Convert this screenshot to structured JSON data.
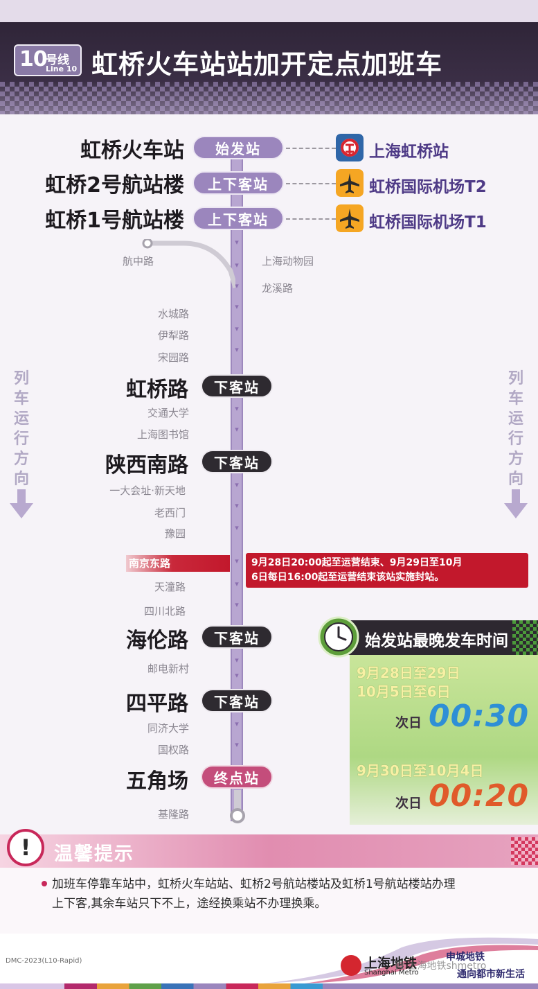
{
  "header": {
    "line_number": "10",
    "line_hao": "号线",
    "line_en": "Line 10",
    "title": "虹桥火车站站加开定点加班车"
  },
  "stations_major": [
    {
      "name": "虹桥火车站",
      "tag": "始发站",
      "tag_style": "purple"
    },
    {
      "name": "虹桥2号航站楼",
      "tag": "上下客站",
      "tag_style": "purple"
    },
    {
      "name": "虹桥1号航站楼",
      "tag": "上下客站",
      "tag_style": "purple"
    },
    {
      "name": "虹桥路",
      "tag": "下客站",
      "tag_style": "dark"
    },
    {
      "name": "陕西南路",
      "tag": "下客站",
      "tag_style": "dark"
    },
    {
      "name": "海伦路",
      "tag": "下客站",
      "tag_style": "dark"
    },
    {
      "name": "四平路",
      "tag": "下客站",
      "tag_style": "dark"
    },
    {
      "name": "五角场",
      "tag": "终点站",
      "tag_style": "pink"
    }
  ],
  "connections": [
    {
      "icon": "railway-station-icon",
      "name": "上海虹桥站"
    },
    {
      "icon": "airplane-icon",
      "name": "虹桥国际机场T2"
    },
    {
      "icon": "airplane-icon",
      "name": "虹桥国际机场T1"
    }
  ],
  "stations_minor": {
    "branch": "航中路",
    "right_side": [
      "上海动物园",
      "龙溪路"
    ],
    "left_side": [
      "水城路",
      "伊犁路",
      "宋园路",
      "交通大学",
      "上海图书馆",
      "一大会址·新天地",
      "老西门",
      "豫园",
      "天潼路",
      "四川北路",
      "邮电新村",
      "同济大学",
      "国权路",
      "基隆路"
    ]
  },
  "direction_label": [
    "列",
    "车",
    "运",
    "行",
    "方",
    "向"
  ],
  "closure": {
    "station": "南京东路",
    "notice_line1": "9月28日20:00起至运营结束、9月29日至10月",
    "notice_line2": "6日每日16:00起至运营结束该站实施封站。"
  },
  "last_train": {
    "title": "始发站最晚发车时间",
    "group1_dates": [
      "9月28日至29日",
      "10月5日至6日"
    ],
    "group1_next": "次日",
    "group1_time": "00:30",
    "group2_dates": [
      "9月30日至10月4日"
    ],
    "group2_next": "次日",
    "group2_time": "00:20",
    "colors": {
      "group1_time": "#2e8fd6",
      "group2_time": "#e05a2a"
    }
  },
  "tips": {
    "title": "温馨提示",
    "icon": "exclamation-icon",
    "text_line1": "加班车停靠车站中，虹桥火车站站、虹桥2号航站楼站及虹桥1号航站楼站办理",
    "text_line2": "上下客,其余车站只下不上，途经换乘站不办理换乘。"
  },
  "footer": {
    "code": "DMC-2023(L10-Rapid)",
    "logo_cn": "上海地铁",
    "logo_en": "Shanghai Metro",
    "slogan1": "申城地铁",
    "slogan2": "通向都市新生活",
    "watermark": "微 上海地铁shmetro"
  },
  "colors": {
    "line_purple": "#b8a6d1",
    "header_dark": "#2b2233",
    "closure_red": "#c2182c",
    "tip_pink": "#c8285a"
  }
}
